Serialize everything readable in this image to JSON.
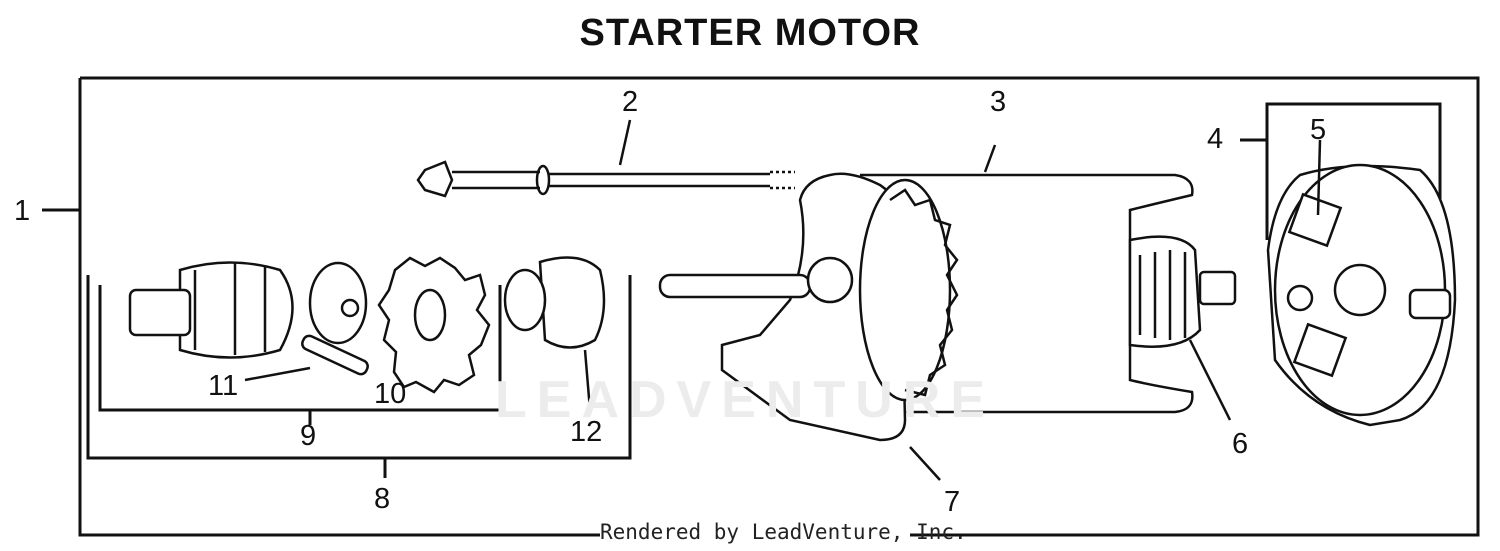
{
  "title": "STARTER MOTOR",
  "footer": "Rendered by LeadVenture, Inc.",
  "watermark": "LEADVENTURE",
  "callouts": [
    "1",
    "2",
    "3",
    "4",
    "5",
    "6",
    "7",
    "8",
    "9",
    "10",
    "11",
    "12"
  ],
  "colors": {
    "line": "#111111",
    "watermark": "#ececec"
  }
}
